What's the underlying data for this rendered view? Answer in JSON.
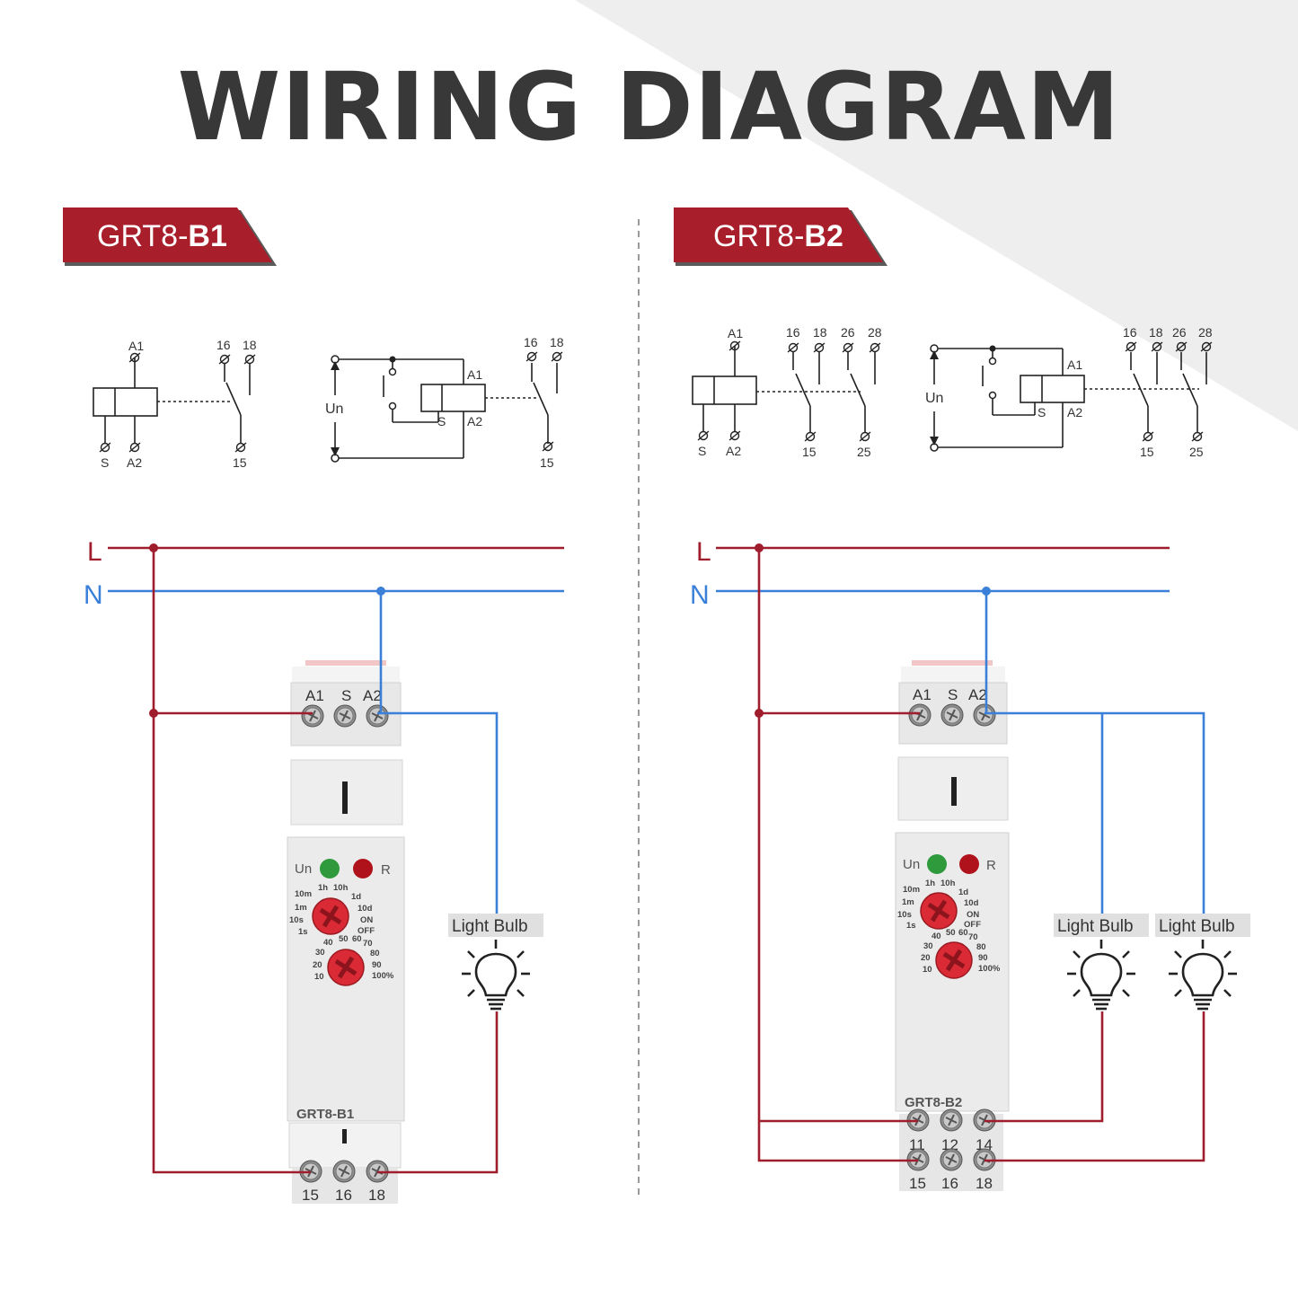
{
  "title": "WIRING DIAGRAM",
  "colors": {
    "live": "#a01d2d",
    "neutral": "#3b80d8",
    "ribbon": "#a81e2b",
    "ribbon_shadow": "#5a5a5a",
    "knob": "#d92a36",
    "led_green": "#2f9a3c",
    "led_red": "#b0121c",
    "body": "#eeeeee",
    "text_dark": "#383838"
  },
  "icons": [
    "light-bulb-icon",
    "screw-terminal-icon",
    "timer-knob-icon"
  ],
  "left": {
    "badge_prefix": "GRT8-",
    "badge_bold": "B1",
    "schematic": {
      "coil_top": "A1",
      "coil_bottom": [
        "S",
        "A2"
      ],
      "contacts_top": [
        "16",
        "18"
      ],
      "contacts_bottom": [
        "15"
      ],
      "wiring_supply": "Un",
      "wiring_coil": [
        "A1",
        "A2",
        "S"
      ],
      "wiring_contacts_top": [
        "16",
        "18"
      ],
      "wiring_contacts_bottom": [
        "15"
      ]
    },
    "line_L": "L",
    "line_N": "N",
    "device": {
      "top_terminals": [
        "A1",
        "S",
        "A2"
      ],
      "led_un": "Un",
      "led_r": "R",
      "dial1": [
        "10m",
        "1h",
        "10h",
        "1d",
        "1m",
        "10d",
        "10s",
        "ON",
        "1s",
        "OFF"
      ],
      "dial2": [
        "40",
        "50",
        "60",
        "70",
        "30",
        "80",
        "20",
        "90",
        "10",
        "100%"
      ],
      "model": "GRT8-B1",
      "bottom_terminals": [
        "15",
        "16",
        "18"
      ]
    },
    "load_label": "Light Bulb"
  },
  "right": {
    "badge_prefix": "GRT8-",
    "badge_bold": "B2",
    "schematic": {
      "coil_top": "A1",
      "coil_bottom": [
        "S",
        "A2"
      ],
      "contacts_top": [
        "16",
        "18",
        "26",
        "28"
      ],
      "contacts_bottom": [
        "15",
        "25"
      ],
      "wiring_supply": "Un",
      "wiring_coil": [
        "A1",
        "A2",
        "S"
      ],
      "wiring_contacts_top": [
        "16",
        "18",
        "26",
        "28"
      ],
      "wiring_contacts_bottom": [
        "15",
        "25"
      ]
    },
    "line_L": "L",
    "line_N": "N",
    "device": {
      "top_terminals": [
        "A1",
        "S",
        "A2"
      ],
      "led_un": "Un",
      "led_r": "R",
      "dial1": [
        "10m",
        "1h",
        "10h",
        "1d",
        "1m",
        "10d",
        "10s",
        "ON",
        "1s",
        "OFF"
      ],
      "dial2": [
        "40",
        "50",
        "60",
        "70",
        "30",
        "80",
        "20",
        "90",
        "10",
        "100%"
      ],
      "model": "GRT8-B2",
      "mid_terminals": [
        "11",
        "12",
        "14"
      ],
      "bottom_terminals": [
        "15",
        "16",
        "18"
      ]
    },
    "load_labels": [
      "Light Bulb",
      "Light Bulb"
    ]
  }
}
